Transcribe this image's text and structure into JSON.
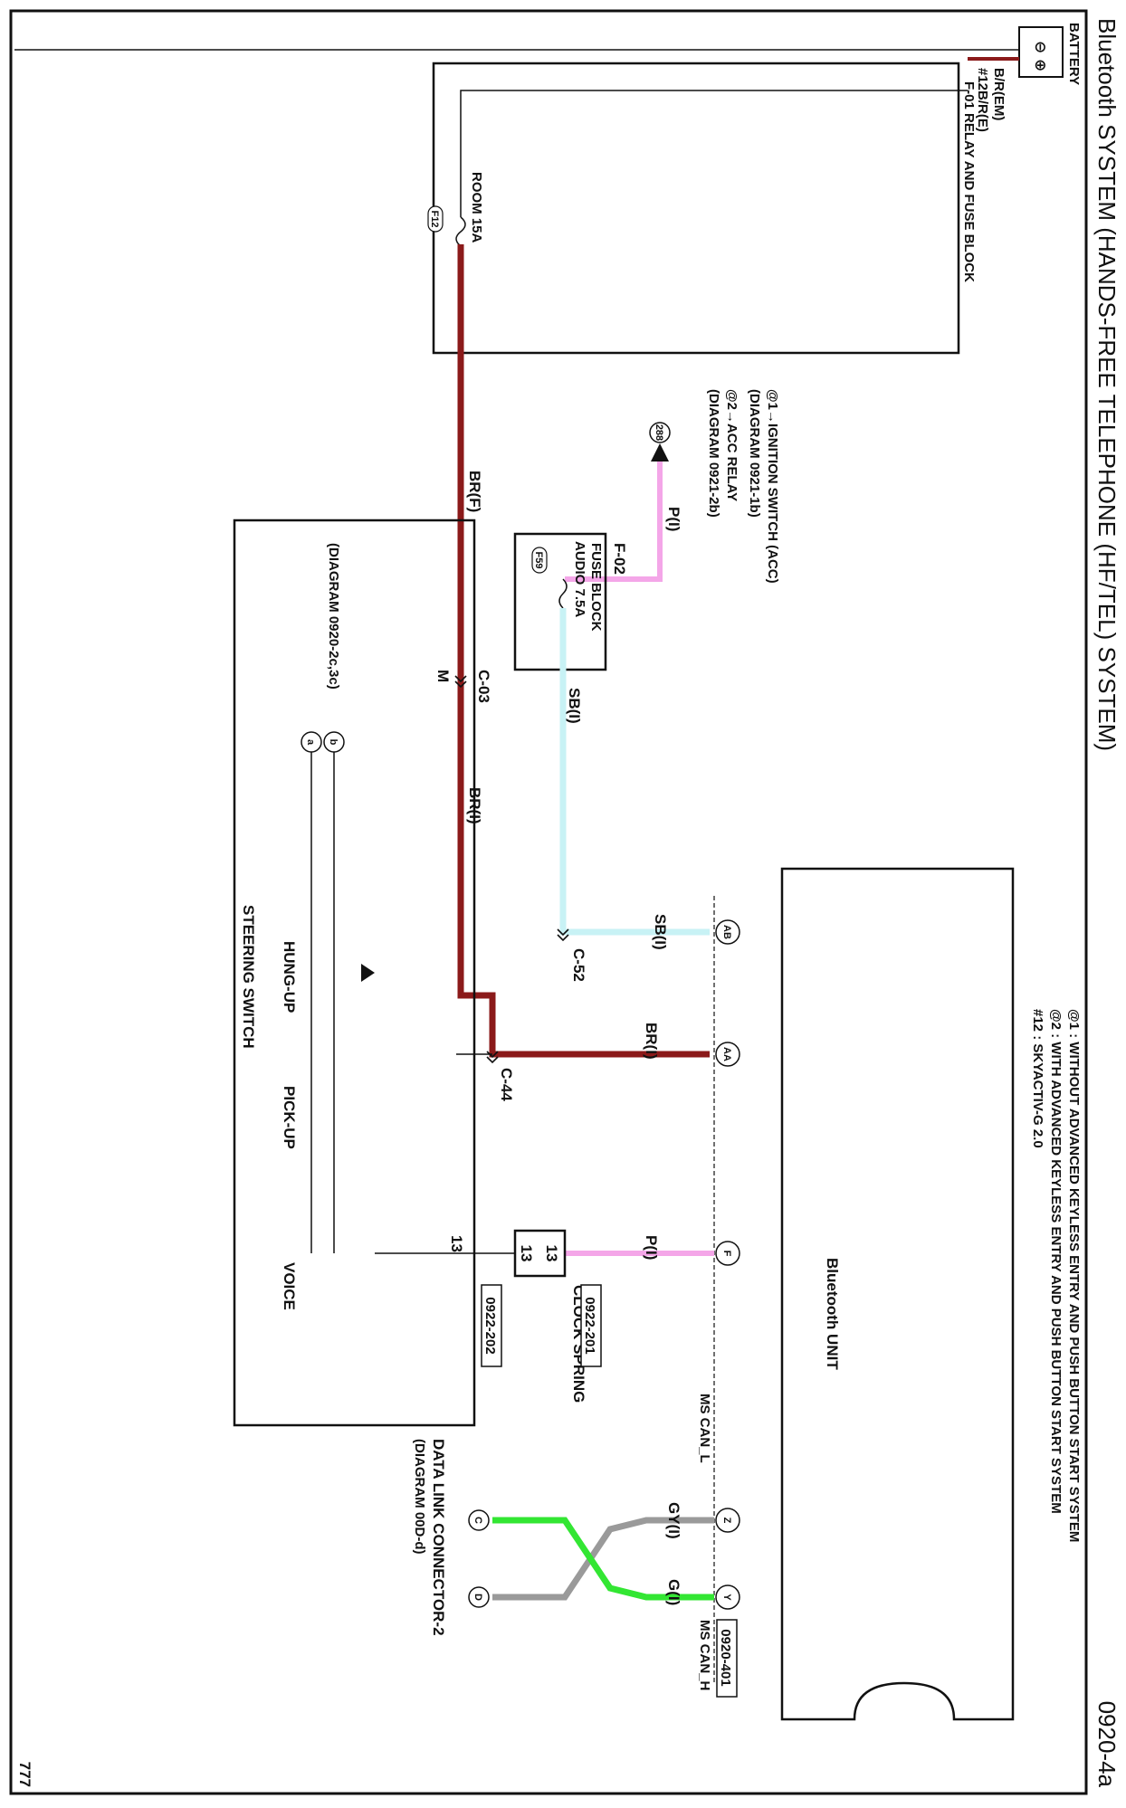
{
  "title": "Bluetooth SYSTEM (HANDS-FREE TELEPHONE (HF/TEL) SYSTEM)",
  "page_code": "0920-4a",
  "corner_code": "777",
  "notes": {
    "n1": "@1 : WITHOUT ADVANCED KEYLESS ENTRY AND PUSH BUTTON START SYSTEM",
    "n2": "@2 : WITH ADVANCED KEYLESS ENTRY AND PUSH BUTTON START SYSTEM",
    "n3": "#12 : SKYACTIV-G 2.0"
  },
  "battery": {
    "label": "BATTERY",
    "minus": "⊖",
    "plus": "⊕"
  },
  "relay_block": {
    "wire_em": "B/R(EM)",
    "wire_e": "#12B/R(E)",
    "name": "F-01 RELAY AND FUSE BLOCK",
    "fuse": "ROOM 15A",
    "fuse_id": "F12"
  },
  "ign": {
    "line1": "@1→IGNITION SWITCH (ACC)",
    "line2": "(DIAGRAM 0921-1b)",
    "line3": "@2→ACC RELAY",
    "line4": "(DIAGRAM 0921-2b)",
    "ref": "288"
  },
  "fuse_block": {
    "id": "F-02",
    "name": "FUSE BLOCK",
    "fuse": "AUDIO 7.5A",
    "fuse_id": "F59"
  },
  "wires": {
    "br_f": "BR(F)",
    "c03": "C-03",
    "m": "M",
    "br_i": "BR(I)",
    "br_i2": "BR(I)",
    "p_i_top": "P(I)",
    "sb_i": "SB(I)",
    "sb_i2": "SB(I)",
    "p_i": "P(I)",
    "gy_i": "GY(I)",
    "g_i": "G(I)",
    "wire13": "13"
  },
  "connectors": {
    "c52": "C-52",
    "c44": "C-44"
  },
  "bt_unit": {
    "name": "Bluetooth UNIT",
    "pin_ab": "AB",
    "pin_aa": "AA",
    "pin_f": "F",
    "pin_z": "Z",
    "pin_y": "Y",
    "ref": "0920-401",
    "can_l": "MS CAN_L",
    "can_h": "MS CAN_H"
  },
  "clock_spring": {
    "pin": "13",
    "pin2": "13",
    "name": "CLOCK SPRING",
    "ref1": "0922-201",
    "ref2": "0922-202"
  },
  "steering": {
    "name": "STEERING SWITCH",
    "diagram": "(DIAGRAM 0920-2c,3c)",
    "pin_a": "a",
    "pin_b": "b",
    "sw1": "HUNG-UP",
    "sw2": "PICK-UP",
    "sw3": "VOICE"
  },
  "dlc": {
    "name": "DATA LINK CONNECTOR-2",
    "diagram": "(DIAGRAM 00D-d)",
    "pin_c": "C",
    "pin_d": "D"
  },
  "colors": {
    "brown": "#8b1a1a",
    "pink": "#f4a6e8",
    "sky_blue": "#c8f2f5",
    "gray": "#9a9a9a",
    "green": "#33e633"
  }
}
